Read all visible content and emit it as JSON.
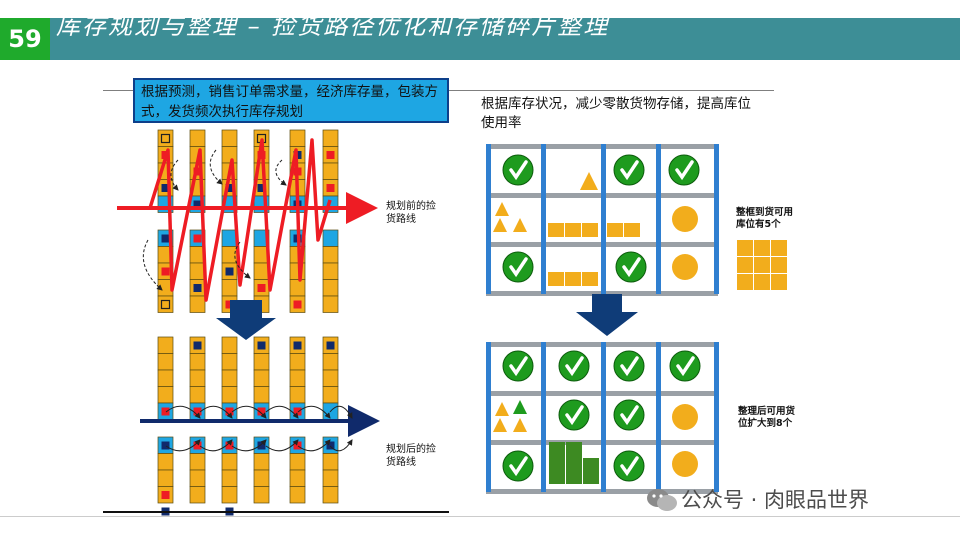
{
  "header": {
    "page_number": "59",
    "title": "库存规划与整理 – 捡货路径优化和存储碎片整理"
  },
  "left_panel": {
    "callout_text": "根据预测，销售订单需求量，经济库存量，包装方式，发货频次执行库存规划",
    "before_label": "规划前的捡货路线",
    "after_label": "规划后的捡货路线"
  },
  "right_panel": {
    "intro_text": "根据库存状况，减少零散货物存储，提高库位使用率",
    "before_note": "整框到货可用库位有5个",
    "after_note": "整理后可用货位扩大到8个"
  },
  "watermark": {
    "text": "公众号 · 肉眼品世界"
  },
  "colors": {
    "accent_green": "#1faa2c",
    "header_teal": "#3d8e96",
    "bin_orange": "#f2ad1c",
    "bin_blue": "#1ea6e3",
    "route_red": "#ee1c24",
    "route_navy": "#102a6b",
    "check_green": "#1e9b1e",
    "rack_blue": "#2f7fd0",
    "rack_gray": "#9aa0a6"
  }
}
